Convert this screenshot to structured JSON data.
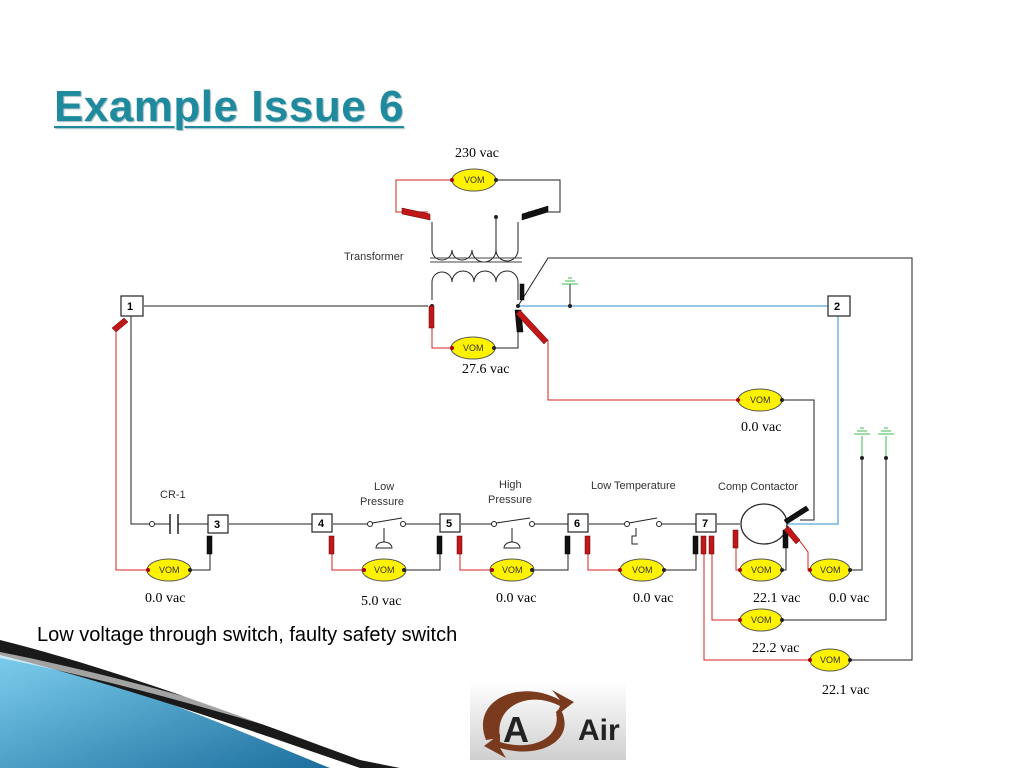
{
  "slide": {
    "title": "Example Issue 6",
    "caption": "Low voltage through switch, faulty safety switch"
  },
  "diagram": {
    "transformer_label": "Transformer",
    "meter_label": "VOM",
    "terminals": [
      "1",
      "2",
      "3",
      "4",
      "5",
      "6",
      "7"
    ],
    "components": {
      "cr1": "CR-1",
      "low_pressure": [
        "Low",
        "Pressure"
      ],
      "high_pressure": [
        "High",
        "Pressure"
      ],
      "low_temperature": "Low Temperature",
      "comp_contactor": "Comp Contactor"
    },
    "readings": {
      "primary": "230 vac",
      "secondary": "27.6 vac",
      "contactor_to_2": "0.0 vac",
      "t1_to_3": "0.0 vac",
      "across_low_pressure": "5.0 vac",
      "across_high_pressure": "0.0 vac",
      "across_low_temperature": "0.0 vac",
      "across_coil": "22.1 vac",
      "contactor_to_ground": "0.0 vac",
      "t7_to_ground": "22.2 vac",
      "t7_to_transformer": "22.1 vac"
    }
  },
  "logo": {
    "letter": "A",
    "text": "Air"
  },
  "colors": {
    "title": "#1f8a9e",
    "meter": "#fff200",
    "test_lead_red": "#d42020",
    "common_wire": "#5aa8d8",
    "ground": "#3fb950",
    "swoosh_blue": "#2e8fbf"
  }
}
